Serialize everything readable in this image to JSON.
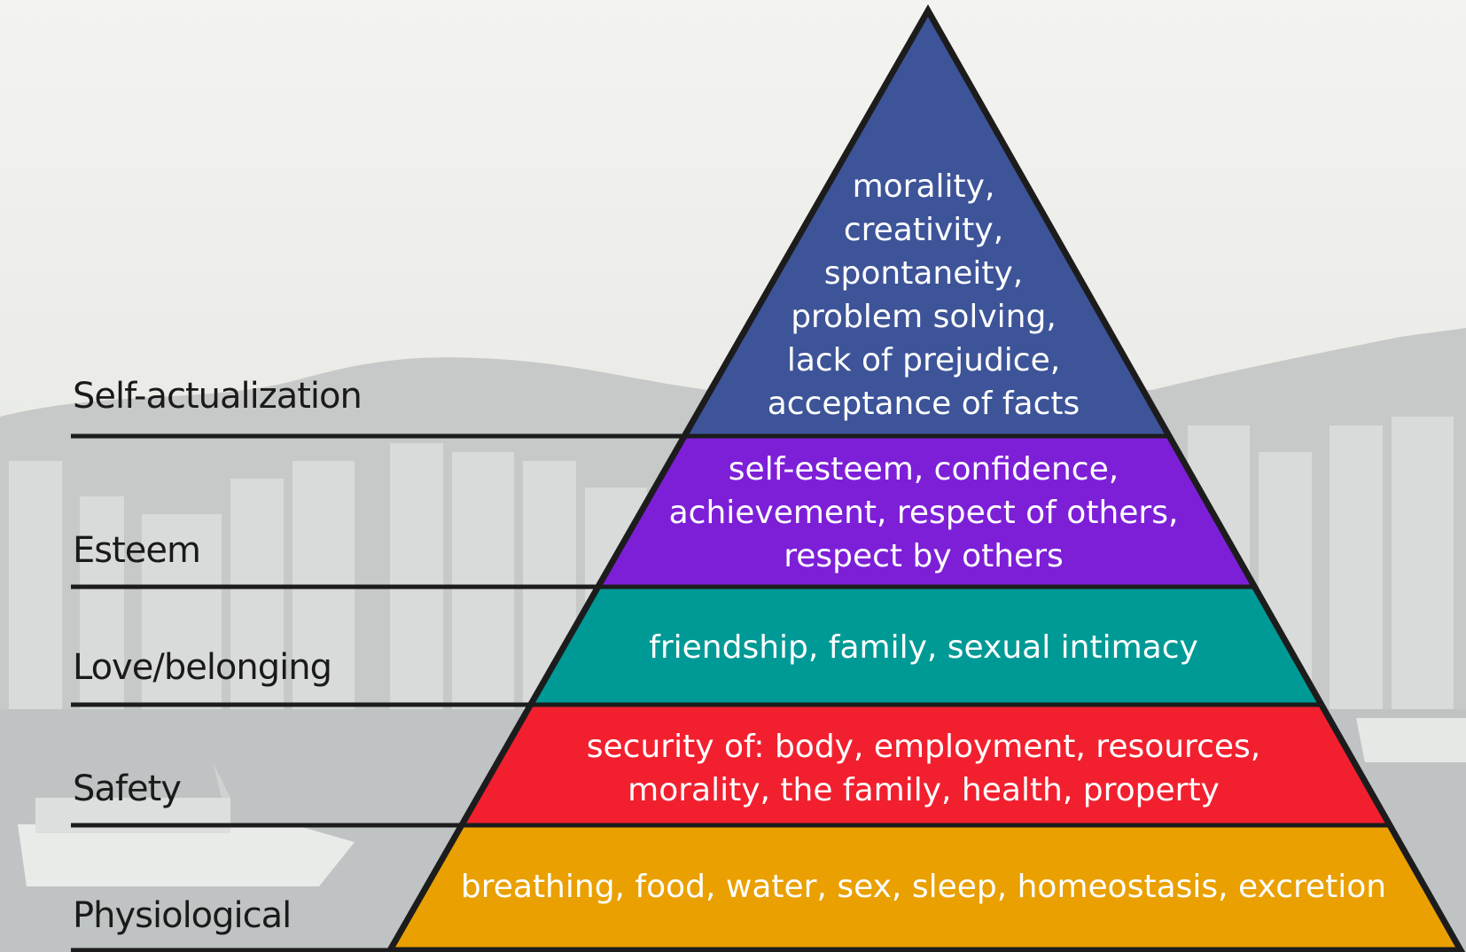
{
  "pyramid": {
    "levels": [
      {
        "id": "self-actualization",
        "name": "Self-actualization",
        "color": "#3d5499",
        "lines": [
          "morality,",
          "creativity,",
          "spontaneity,",
          "problem solving,",
          "lack of prejudice,",
          "acceptance of facts"
        ]
      },
      {
        "id": "esteem",
        "name": "Esteem",
        "color": "#7e1fd8",
        "lines": [
          "self-esteem, confidence,",
          "achievement, respect of others,",
          "respect by others"
        ]
      },
      {
        "id": "love-belonging",
        "name": "Love/belonging",
        "color": "#009a96",
        "lines": [
          "friendship, family, sexual intimacy"
        ]
      },
      {
        "id": "safety",
        "name": "Safety",
        "color": "#f2202f",
        "lines": [
          "security of: body, employment, resources,",
          "morality, the family, health, property"
        ]
      },
      {
        "id": "physiological",
        "name": "Physiological",
        "color": "#e9a000",
        "lines": [
          "breathing, food, water, sex, sleep, homeostasis, excretion"
        ]
      }
    ]
  }
}
